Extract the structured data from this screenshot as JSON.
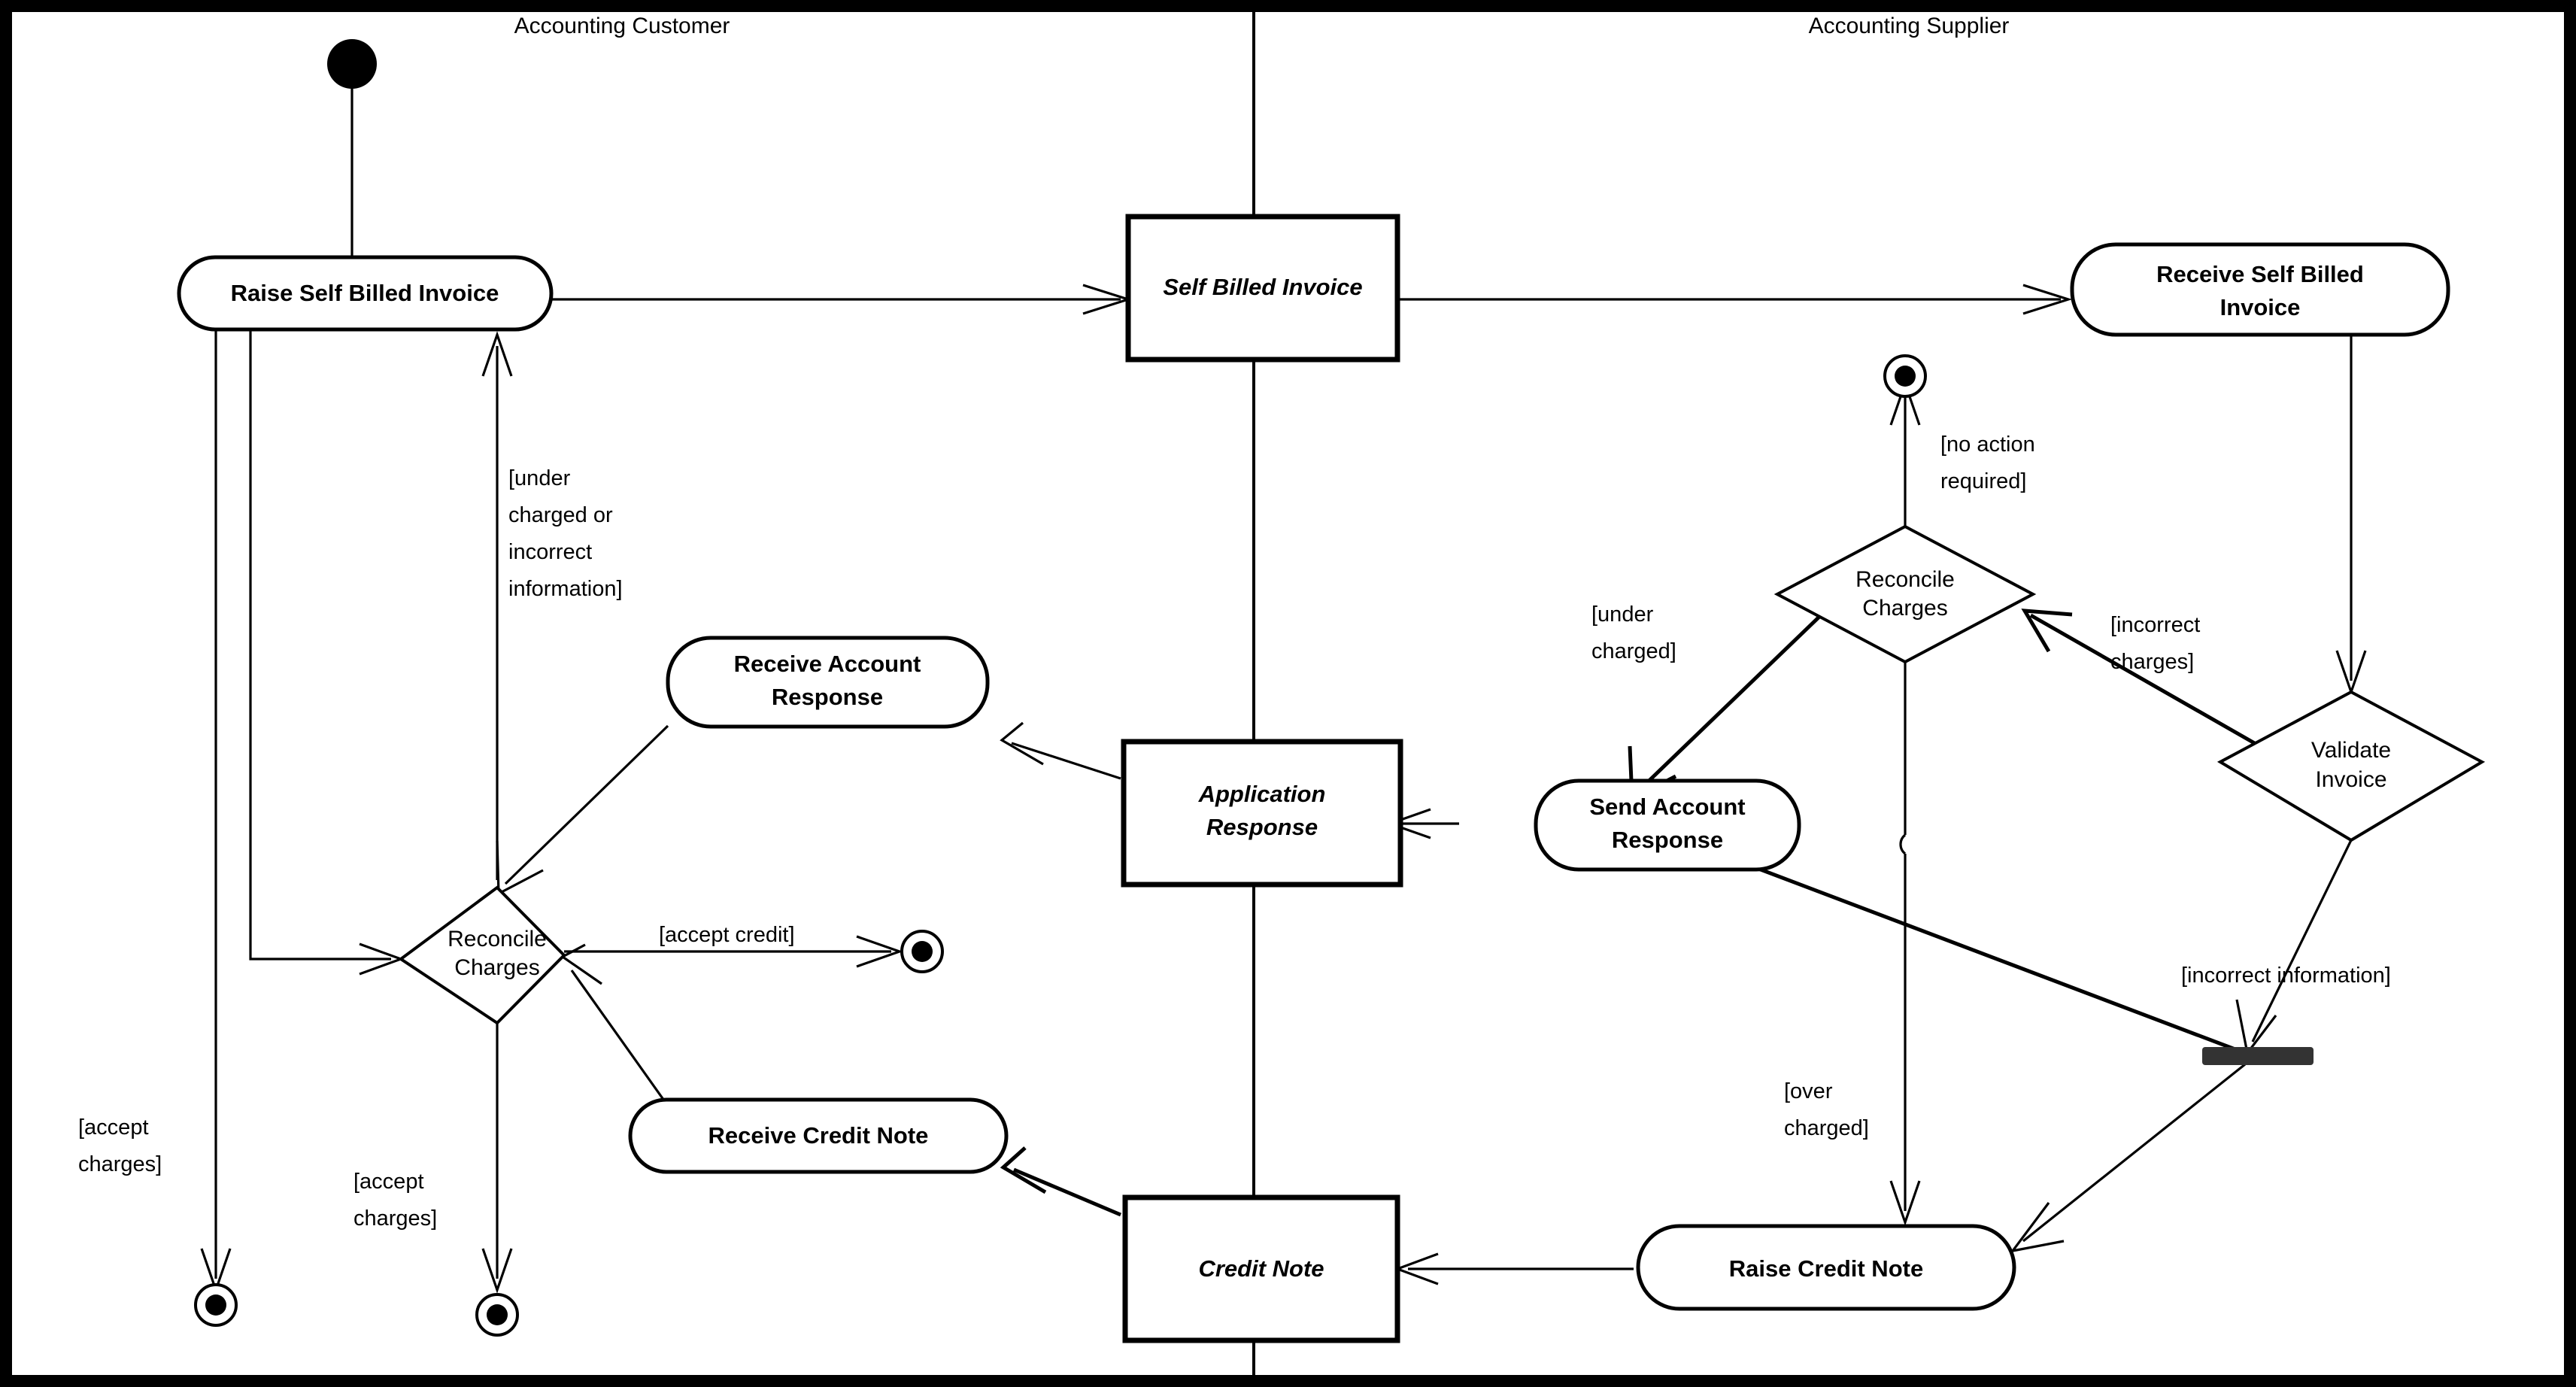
{
  "diagram": {
    "kind": "uml-activity-diagram",
    "title_visible": false,
    "lanes": [
      {
        "id": "customer",
        "label": "Accounting Customer"
      },
      {
        "id": "supplier",
        "label": "Accounting Supplier"
      }
    ],
    "activities": [
      {
        "id": "raise-self-billed-invoice",
        "lane": "customer",
        "label": "Raise Self Billed Invoice"
      },
      {
        "id": "receive-account-response",
        "lane": "customer",
        "label_line1": "Receive Account",
        "label_line2": "Response"
      },
      {
        "id": "receive-credit-note",
        "lane": "customer",
        "label": "Receive Credit Note"
      },
      {
        "id": "receive-self-billed-invoice",
        "lane": "supplier",
        "label_line1": "Receive Self Billed",
        "label_line2": "Invoice"
      },
      {
        "id": "send-account-response",
        "lane": "supplier",
        "label_line1": "Send Account",
        "label_line2": "Response"
      },
      {
        "id": "raise-credit-note",
        "lane": "supplier",
        "label": "Raise Credit Note"
      }
    ],
    "objects": [
      {
        "id": "self-billed-invoice",
        "label": "Self Billed Invoice"
      },
      {
        "id": "application-response",
        "label_line1": "Application",
        "label_line2": "Response"
      },
      {
        "id": "credit-note",
        "label": "Credit Note"
      }
    ],
    "decisions": [
      {
        "id": "reconcile-charges-customer",
        "lane": "customer",
        "label_line1": "Reconcile",
        "label_line2": "Charges"
      },
      {
        "id": "reconcile-charges-supplier",
        "lane": "supplier",
        "label_line1": "Reconcile",
        "label_line2": "Charges"
      },
      {
        "id": "validate-invoice",
        "lane": "supplier",
        "label_line1": "Validate",
        "label_line2": "Invoice"
      }
    ],
    "control_nodes": [
      {
        "id": "initial-node",
        "type": "initial",
        "lane": "customer"
      },
      {
        "id": "final-node-1",
        "type": "final",
        "lane": "customer"
      },
      {
        "id": "final-node-2",
        "type": "final",
        "lane": "customer"
      },
      {
        "id": "final-node-3",
        "type": "final",
        "lane": "customer"
      },
      {
        "id": "final-node-4",
        "type": "final",
        "lane": "supplier"
      },
      {
        "id": "merge-bar",
        "type": "join-bar",
        "lane": "supplier"
      }
    ],
    "guards": [
      {
        "id": "guard-under-charged-or-incorrect",
        "lines": [
          "[under",
          "charged or",
          "incorrect",
          "information]"
        ]
      },
      {
        "id": "guard-accept-charges-left",
        "lines": [
          "[accept",
          "charges]"
        ]
      },
      {
        "id": "guard-accept-charges-mid",
        "lines": [
          "[accept",
          "charges]"
        ]
      },
      {
        "id": "guard-accept-credit",
        "lines": [
          "[accept credit]"
        ]
      },
      {
        "id": "guard-no-action-required",
        "lines": [
          "[no action",
          "required]"
        ]
      },
      {
        "id": "guard-under-charged",
        "lines": [
          "[under",
          "charged]"
        ]
      },
      {
        "id": "guard-incorrect-charges",
        "lines": [
          "[incorrect",
          "charges]"
        ]
      },
      {
        "id": "guard-incorrect-information",
        "lines": [
          "[incorrect information]"
        ]
      },
      {
        "id": "guard-over-charged",
        "lines": [
          "[over",
          "charged]"
        ]
      }
    ],
    "colors": {
      "stroke": "#000000",
      "background": "#ffffff",
      "bar": "#333333"
    }
  }
}
